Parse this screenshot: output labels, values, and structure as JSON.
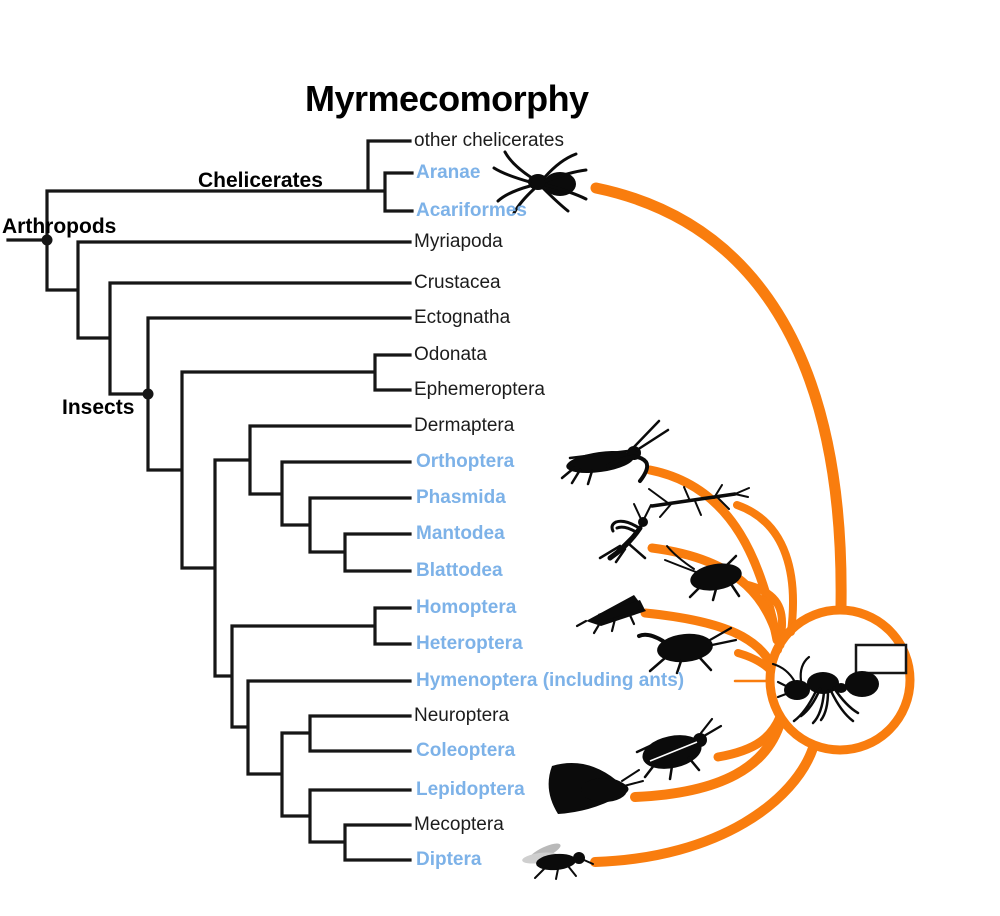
{
  "title": "Myrmecomorphy",
  "colors": {
    "taxon_highlight": "#7DB2E8",
    "link_orange": "#F97D0E",
    "line_black": "#161616"
  },
  "clade_labels": {
    "arthropods": "Arthropods",
    "chelicerates": "Chelicerates",
    "insects": "Insects"
  },
  "central_icon": {
    "name": "ant-icon",
    "ring": "orange-circle"
  },
  "taxa": [
    {
      "label": "other chelicerates",
      "highlighted": false
    },
    {
      "label": "Aranae",
      "highlighted": true,
      "icon": "spider-icon"
    },
    {
      "label": "Acariformes",
      "highlighted": true
    },
    {
      "label": "Myriapoda",
      "highlighted": false
    },
    {
      "label": "Crustacea",
      "highlighted": false
    },
    {
      "label": "Ectognatha",
      "highlighted": false
    },
    {
      "label": "Odonata",
      "highlighted": false
    },
    {
      "label": "Ephemeroptera",
      "highlighted": false
    },
    {
      "label": "Dermaptera",
      "highlighted": false
    },
    {
      "label": "Orthoptera",
      "highlighted": true,
      "icon": "grasshopper-icon"
    },
    {
      "label": "Phasmida",
      "highlighted": true,
      "icon": "stick-insect-icon"
    },
    {
      "label": "Mantodea",
      "highlighted": true,
      "icon": "mantis-icon"
    },
    {
      "label": "Blattodea",
      "highlighted": true,
      "icon": "cockroach-icon"
    },
    {
      "label": "Homoptera",
      "highlighted": true,
      "icon": "planthopper-icon"
    },
    {
      "label": "Heteroptera",
      "highlighted": true,
      "icon": "true-bug-icon"
    },
    {
      "label": "Hymenoptera (including ants)",
      "highlighted": true,
      "icon": "ant-icon"
    },
    {
      "label": "Neuroptera",
      "highlighted": false
    },
    {
      "label": "Coleoptera",
      "highlighted": true,
      "icon": "beetle-icon"
    },
    {
      "label": "Lepidoptera",
      "highlighted": true,
      "icon": "moth-icon"
    },
    {
      "label": "Mecoptera",
      "highlighted": false
    },
    {
      "label": "Diptera",
      "highlighted": true,
      "icon": "fly-icon"
    }
  ]
}
